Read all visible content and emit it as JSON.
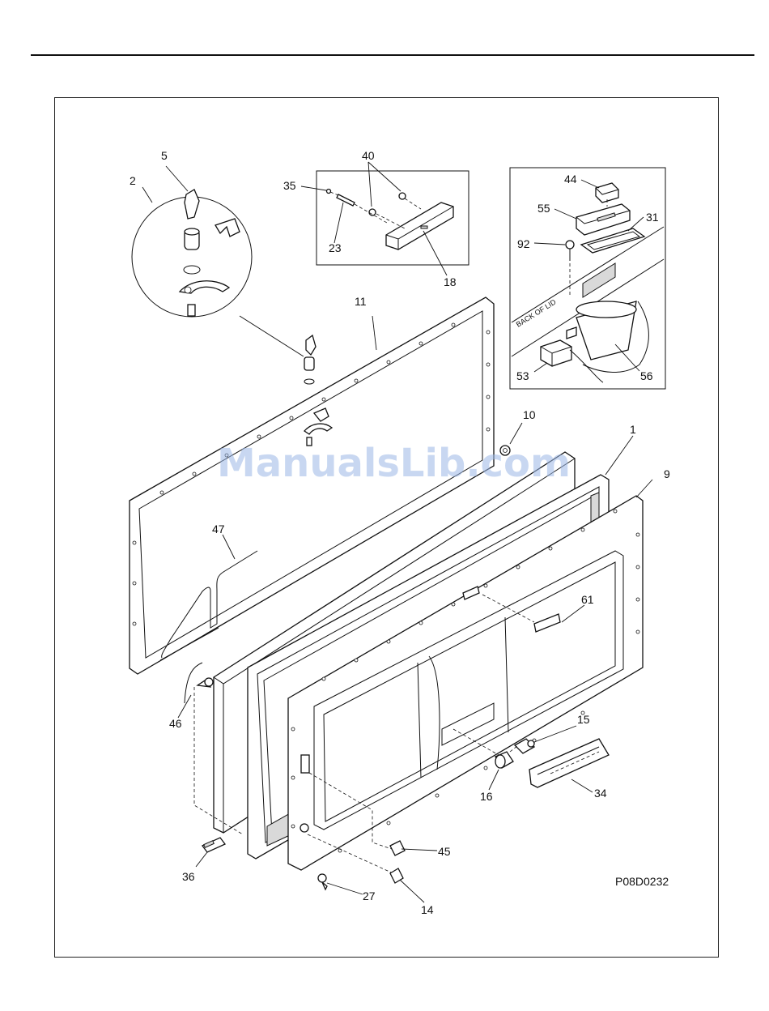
{
  "diagram": {
    "drawing_code": "P08D0232",
    "watermark": "ManualsLib.com",
    "back_of_lid_label": "BACK OF LID",
    "callouts": {
      "c1": "1",
      "c2": "2",
      "c5": "5",
      "c9": "9",
      "c10": "10",
      "c11": "11",
      "c14": "14",
      "c15": "15",
      "c16": "16",
      "c18": "18",
      "c23": "23",
      "c27": "27",
      "c31": "31",
      "c34": "34",
      "c35": "35",
      "c36": "36",
      "c40": "40",
      "c44": "44",
      "c45": "45",
      "c46": "46",
      "c47": "47",
      "c53": "53",
      "c55": "55",
      "c56": "56",
      "c61": "61",
      "c92": "92"
    }
  }
}
